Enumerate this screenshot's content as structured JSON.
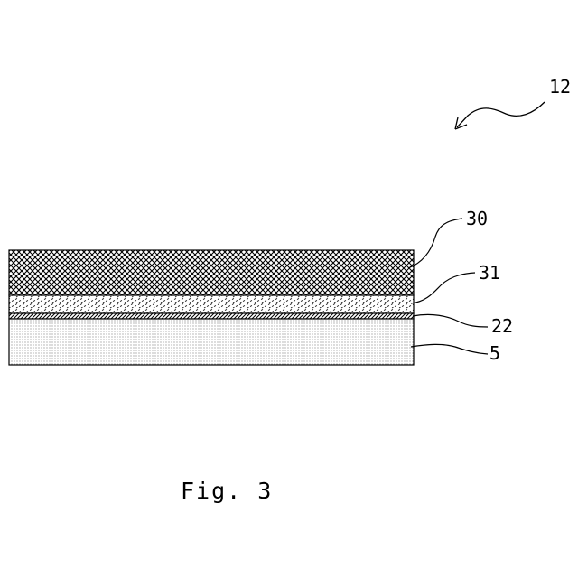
{
  "figure": {
    "caption": "Fig. 3",
    "assembly_label": "12",
    "layers": [
      {
        "id": "layer-30",
        "label": "30",
        "pattern": "crosshatch"
      },
      {
        "id": "layer-31",
        "label": "31",
        "pattern": "dash-texture"
      },
      {
        "id": "layer-22",
        "label": "22",
        "pattern": "diagonal-hatch"
      },
      {
        "id": "layer-5",
        "label": "5",
        "pattern": "fine-dots"
      }
    ]
  }
}
